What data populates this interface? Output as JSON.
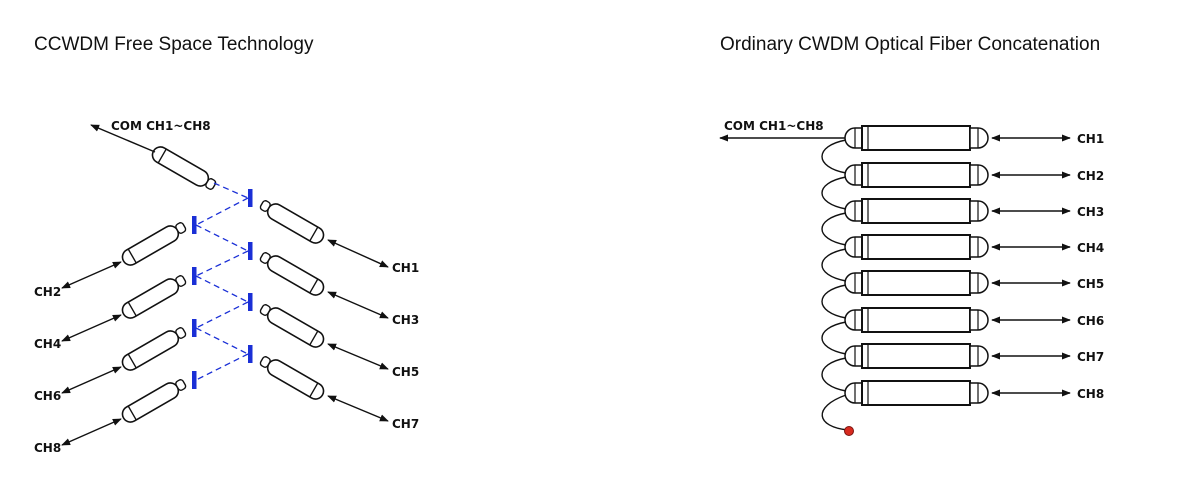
{
  "left": {
    "title": "CCWDM Free Space Technology",
    "com_label": "COM CH1~CH8",
    "channels": [
      "CH1",
      "CH2",
      "CH3",
      "CH4",
      "CH5",
      "CH6",
      "CH7",
      "CH8"
    ]
  },
  "right": {
    "title": "Ordinary CWDM Optical Fiber Concatenation",
    "com_label": "COM CH1~CH8",
    "channels": [
      "CH1",
      "CH2",
      "CH3",
      "CH4",
      "CH5",
      "CH6",
      "CH7",
      "CH8"
    ]
  },
  "colors": {
    "line": "#111111",
    "beam": "#1a2fd6",
    "fiber_end": "#d82a1f"
  }
}
